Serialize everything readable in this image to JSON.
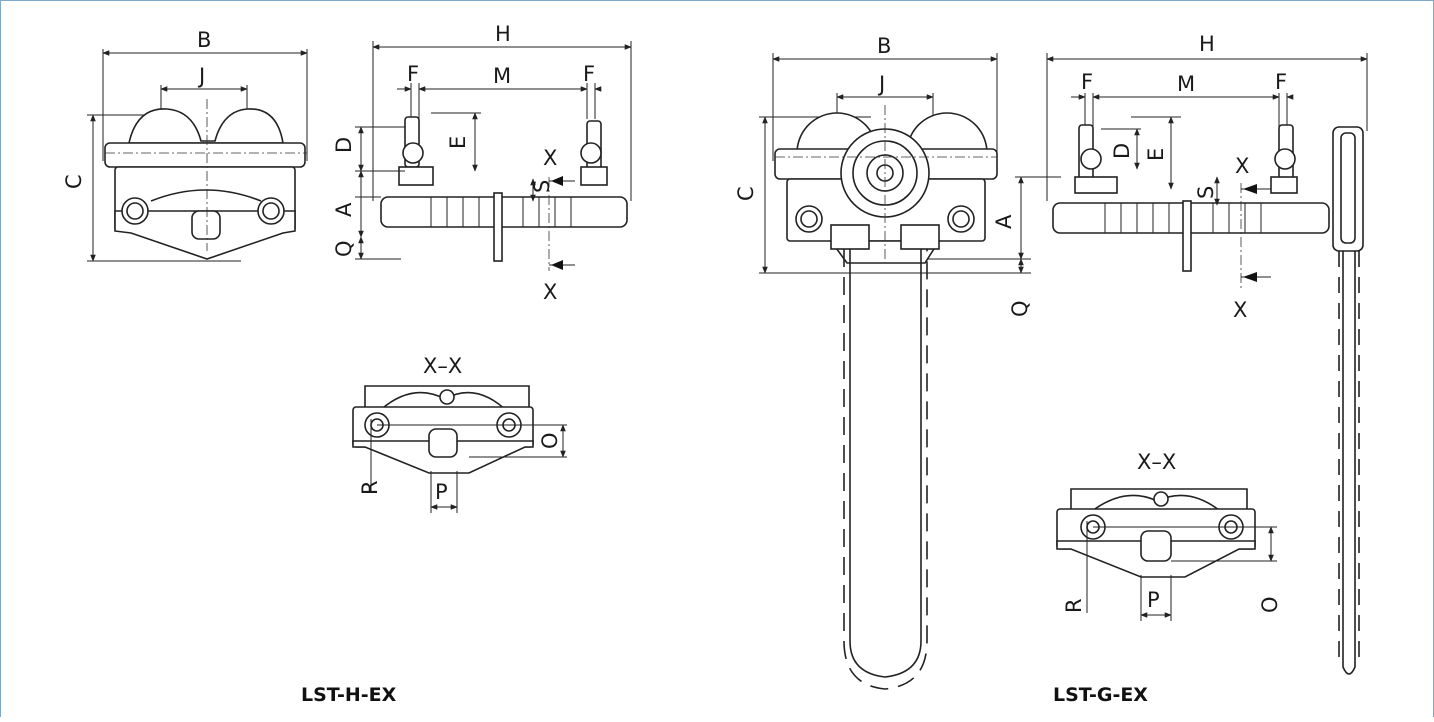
{
  "left": {
    "model": "LST-H-EX",
    "dims": {
      "B": "B",
      "J": "J",
      "H": "H",
      "F1": "F",
      "M": "M",
      "F2": "F",
      "C": "C",
      "D": "D",
      "E": "E",
      "A": "A",
      "Q": "Q",
      "S": "S",
      "X1": "X",
      "X2": "X"
    },
    "section": {
      "title": "X–X",
      "O": "O",
      "R": "R",
      "P": "P"
    }
  },
  "right": {
    "model": "LST-G-EX",
    "dims": {
      "B": "B",
      "J": "J",
      "H": "H",
      "F1": "F",
      "M": "M",
      "F2": "F",
      "C": "C",
      "D": "D",
      "E": "E",
      "A": "A",
      "Q": "Q",
      "S": "S",
      "X1": "X",
      "X2": "X"
    },
    "section": {
      "title": "X–X",
      "O": "O",
      "R": "R",
      "P": "P"
    }
  }
}
